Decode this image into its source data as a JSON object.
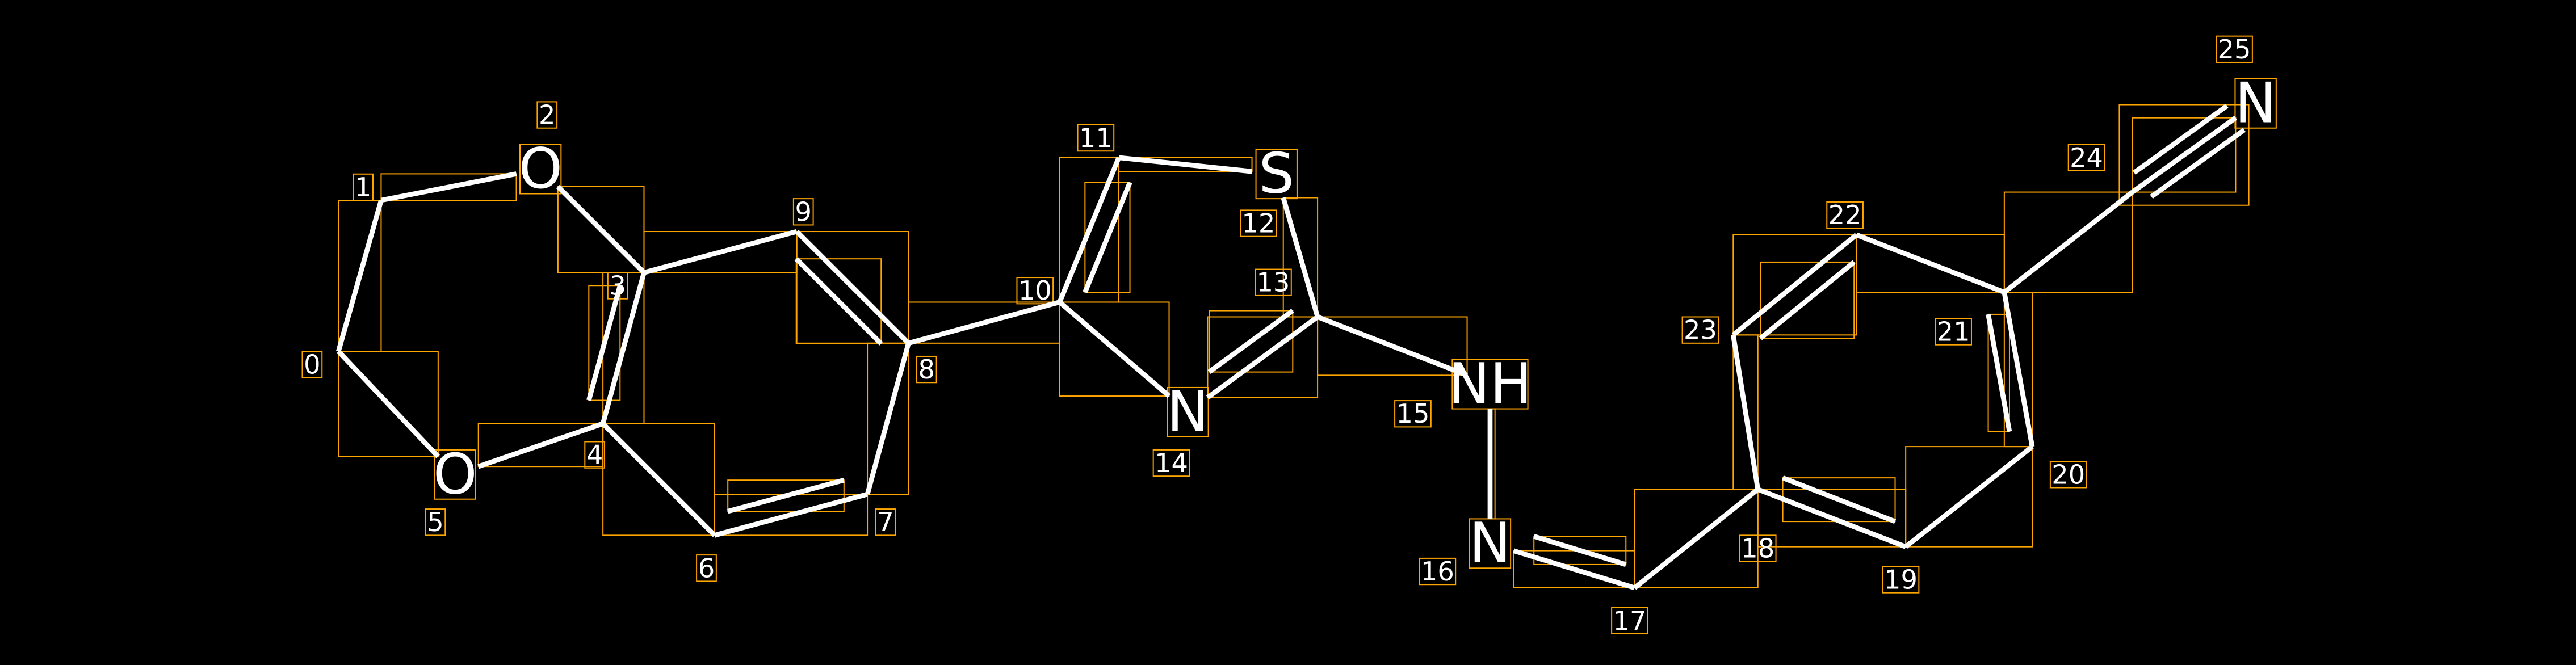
{
  "diagram": {
    "type": "molecule",
    "colors": {
      "background": "#000000",
      "bond": "#FFFFFF",
      "box": "#FFA500",
      "text": "#FFFFFF"
    },
    "atoms": [
      {
        "index": "0",
        "label": ""
      },
      {
        "index": "1",
        "label": ""
      },
      {
        "index": "2",
        "label": "O"
      },
      {
        "index": "3",
        "label": ""
      },
      {
        "index": "4",
        "label": ""
      },
      {
        "index": "5",
        "label": "O"
      },
      {
        "index": "6",
        "label": ""
      },
      {
        "index": "7",
        "label": ""
      },
      {
        "index": "8",
        "label": ""
      },
      {
        "index": "9",
        "label": ""
      },
      {
        "index": "10",
        "label": ""
      },
      {
        "index": "11",
        "label": ""
      },
      {
        "index": "12",
        "label": "S"
      },
      {
        "index": "13",
        "label": ""
      },
      {
        "index": "14",
        "label": "N"
      },
      {
        "index": "15",
        "label": "NH"
      },
      {
        "index": "16",
        "label": "N"
      },
      {
        "index": "17",
        "label": ""
      },
      {
        "index": "18",
        "label": ""
      },
      {
        "index": "19",
        "label": ""
      },
      {
        "index": "20",
        "label": ""
      },
      {
        "index": "21",
        "label": ""
      },
      {
        "index": "22",
        "label": ""
      },
      {
        "index": "23",
        "label": ""
      },
      {
        "index": "24",
        "label": ""
      },
      {
        "index": "25",
        "label": "N"
      }
    ],
    "bonds": [
      [
        0,
        1,
        1
      ],
      [
        1,
        2,
        1
      ],
      [
        2,
        3,
        1
      ],
      [
        3,
        4,
        2
      ],
      [
        4,
        5,
        1
      ],
      [
        5,
        0,
        1
      ],
      [
        4,
        6,
        1
      ],
      [
        6,
        7,
        2
      ],
      [
        7,
        8,
        1
      ],
      [
        8,
        9,
        2
      ],
      [
        9,
        3,
        1
      ],
      [
        8,
        10,
        1
      ],
      [
        10,
        11,
        2
      ],
      [
        11,
        12,
        1
      ],
      [
        12,
        13,
        1
      ],
      [
        13,
        14,
        2
      ],
      [
        14,
        10,
        1
      ],
      [
        13,
        15,
        1
      ],
      [
        15,
        16,
        1
      ],
      [
        16,
        17,
        2
      ],
      [
        17,
        18,
        1
      ],
      [
        18,
        19,
        2
      ],
      [
        19,
        20,
        1
      ],
      [
        20,
        21,
        2
      ],
      [
        21,
        22,
        1
      ],
      [
        22,
        23,
        2
      ],
      [
        23,
        18,
        1
      ],
      [
        21,
        24,
        1
      ],
      [
        24,
        25,
        3
      ]
    ]
  }
}
